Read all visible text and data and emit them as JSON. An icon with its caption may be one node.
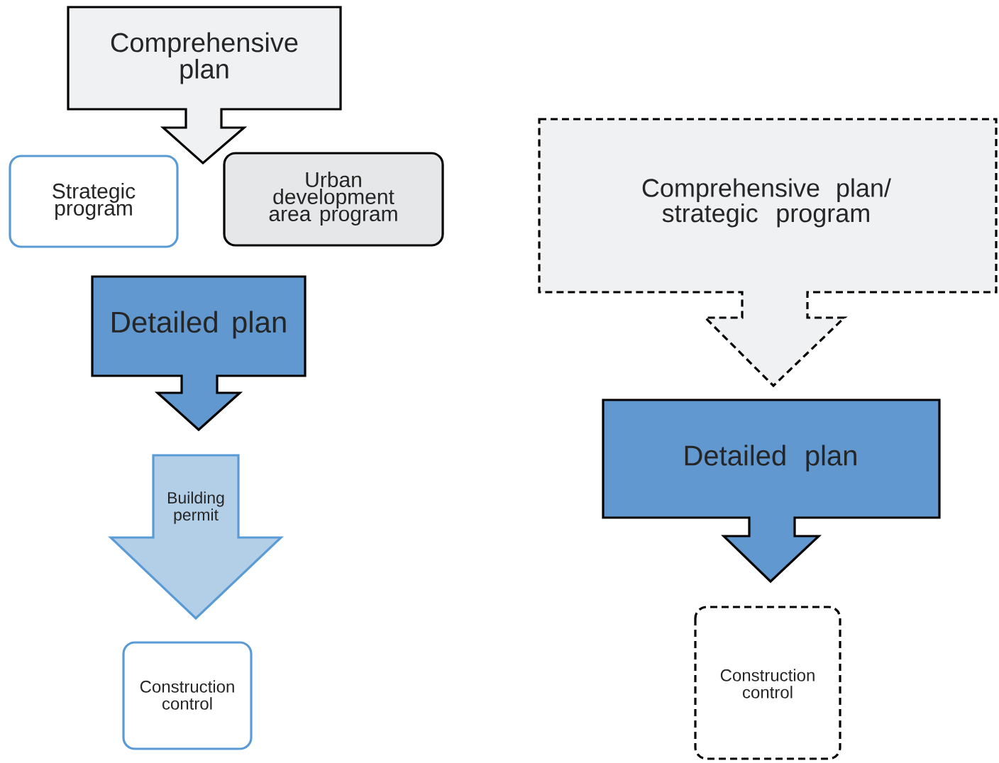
{
  "diagram": {
    "nodes": [
      {
        "text": [
          "Comprehensive plan"
        ]
      },
      {
        "text": [
          "Strategic program"
        ]
      },
      {
        "text": [
          "Urban development area program"
        ]
      },
      {
        "text": [
          "Detailed plan"
        ]
      },
      {
        "text": [
          "Building permit"
        ]
      },
      {
        "text": [
          "Construction control"
        ]
      },
      {
        "text": [
          "Comprehensive plan/ strategic program"
        ]
      },
      {
        "text": [
          "Detailed plan"
        ]
      },
      {
        "text": [
          "Construction control"
        ]
      }
    ]
  }
}
